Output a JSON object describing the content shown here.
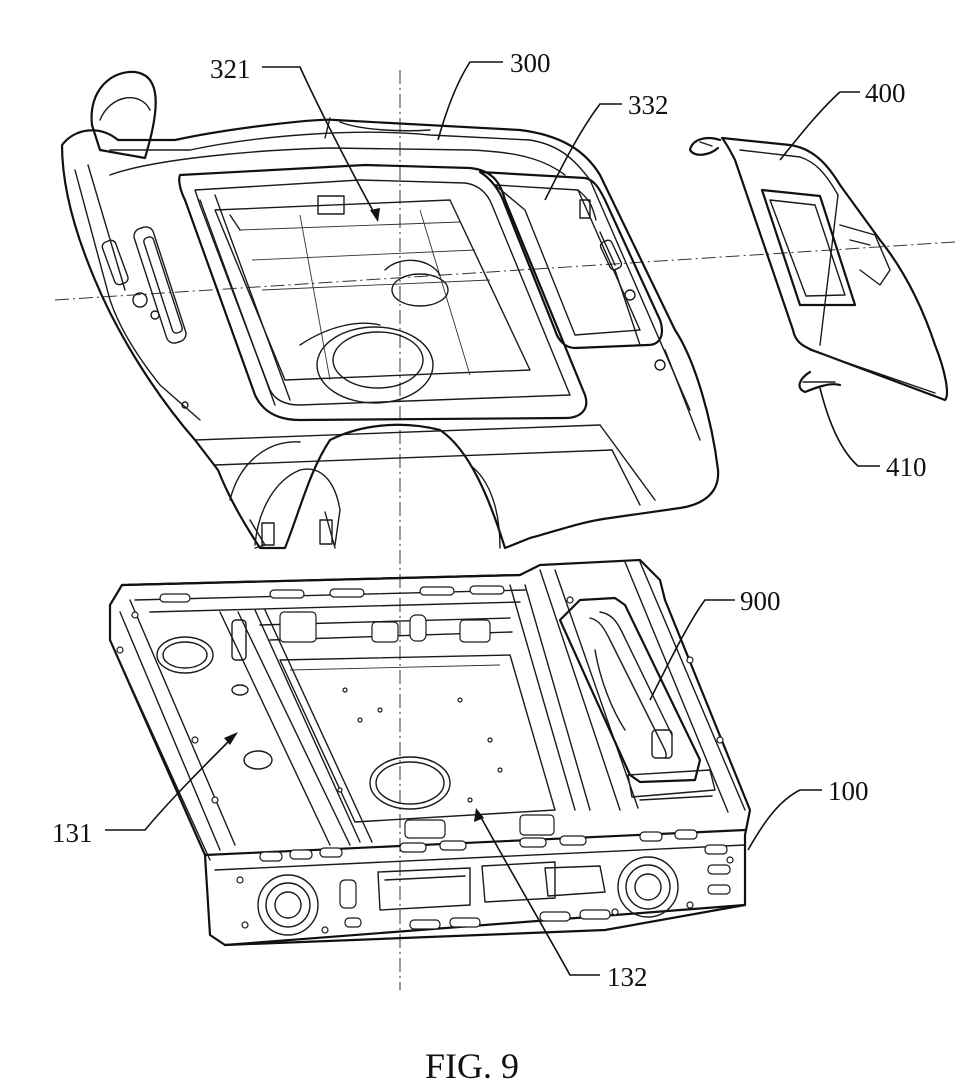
{
  "figure": {
    "caption": "FIG. 9",
    "reference_numerals": {
      "upper_cover": "300",
      "cover_recess": "321",
      "cover_panel": "332",
      "side_door": "400",
      "door_hook": "410",
      "battery_module": "900",
      "base_frame": "100",
      "left_compartment": "131",
      "center_compartment": "132"
    }
  }
}
